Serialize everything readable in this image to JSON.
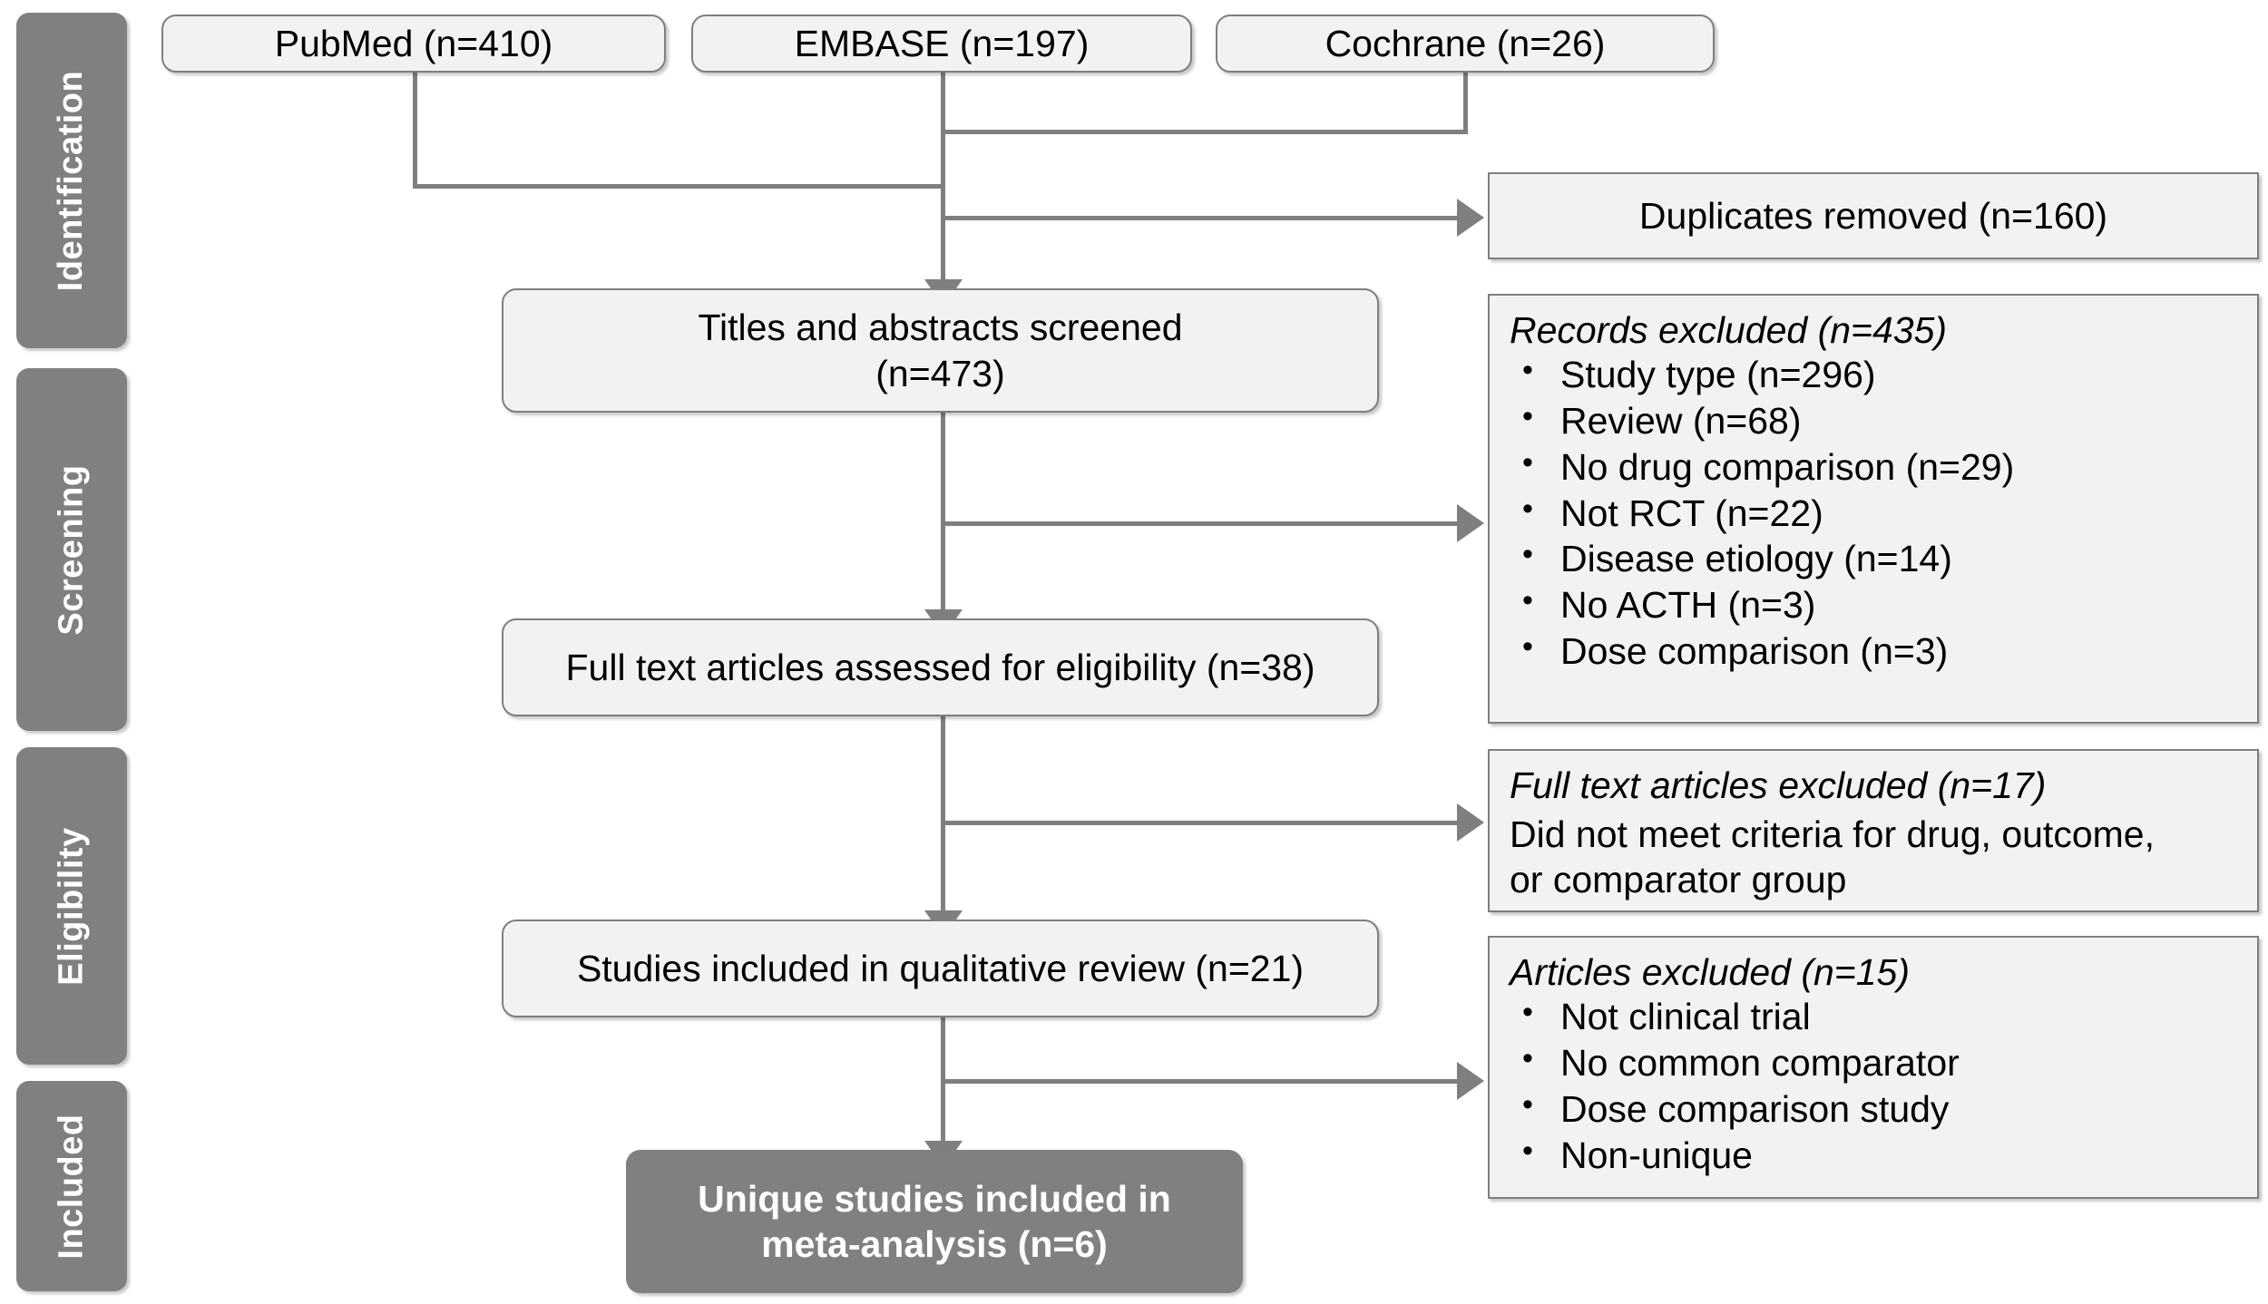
{
  "diagram": {
    "title": "PRISMA study selection flow diagram",
    "colors": {
      "stage_tab_fill": "#808080",
      "stage_tab_text": "#ffffff",
      "box_fill": "#f2f2f2",
      "box_border": "#7f7f7f",
      "box_text": "#000000",
      "highlight_box_fill": "#808080",
      "highlight_box_text": "#ffffff",
      "connector": "#7f7f7f",
      "background": "#ffffff"
    },
    "stages": [
      {
        "label": "Identification"
      },
      {
        "label": "Screening"
      },
      {
        "label": "Eligibility"
      },
      {
        "label": "Included"
      }
    ],
    "sources": [
      {
        "label": "PubMed (n=410)",
        "database": "PubMed",
        "n": 410
      },
      {
        "label": "EMBASE (n=197)",
        "database": "EMBASE",
        "n": 197
      },
      {
        "label": "Cochrane (n=26)",
        "database": "Cochrane",
        "n": 26
      }
    ],
    "flow": {
      "duplicates_removed": {
        "label": "Duplicates removed (n=160)",
        "n": 160
      },
      "screened": {
        "label": "Titles and abstracts screened\n(n=473)",
        "n": 473
      },
      "full_text_assessed": {
        "label": "Full text articles assessed for eligibility  (n=38)",
        "n": 38
      },
      "qualitative_review": {
        "label": "Studies included in qualitative  review (n=21)",
        "n": 21
      },
      "meta_analysis": {
        "label": "Unique studies included in\nmeta-analysis (n=6)",
        "n": 6
      }
    },
    "exclusions": {
      "records_excluded": {
        "heading": "Records excluded (n=435)",
        "n": 435,
        "items": [
          "Study type (n=296)",
          "Review (n=68)",
          "No drug comparison (n=29)",
          "Not RCT (n=22)",
          "Disease etiology  (n=14)",
          "No ACTH (n=3)",
          "Dose comparison (n=3)"
        ]
      },
      "full_text_excluded": {
        "heading": "Full text articles excluded (n=17)",
        "n": 17,
        "detail": "Did not meet criteria for drug, outcome,\nor comparator group",
        "items": []
      },
      "articles_excluded": {
        "heading": "Articles excluded (n=15)",
        "n": 15,
        "items": [
          "Not clinical trial",
          "No common comparator",
          "Dose comparison study",
          "Non-unique"
        ]
      }
    }
  }
}
